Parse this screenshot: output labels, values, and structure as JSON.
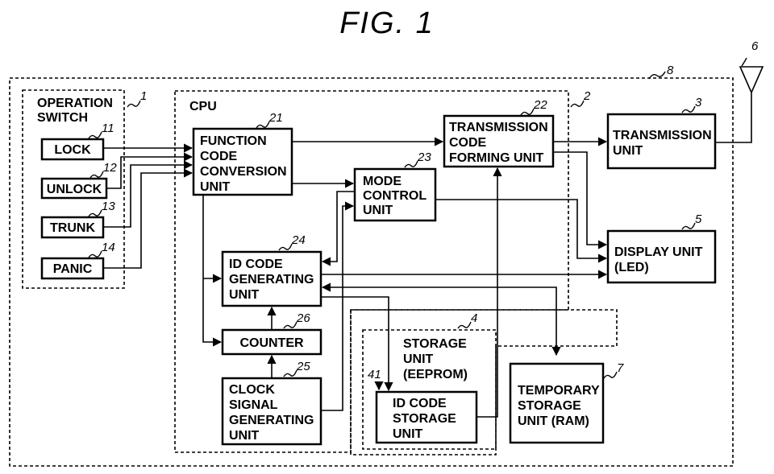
{
  "figure": {
    "title": "FIG.  1"
  },
  "refs": {
    "outer": "8",
    "antenna": "6",
    "op_switch": "1",
    "lock": "11",
    "unlock": "12",
    "trunk": "13",
    "panic": "14",
    "cpu": "2",
    "func": "21",
    "trans_form": "22",
    "mode": "23",
    "idgen": "24",
    "counter": "26",
    "clock": "25",
    "storage": "4",
    "idstore": "41",
    "transmission": "3",
    "display": "5",
    "temp": "7"
  },
  "blocks": {
    "op_switch": [
      "OPERATION",
      "SWITCH"
    ],
    "lock": [
      "LOCK"
    ],
    "unlock": [
      "UNLOCK"
    ],
    "trunk": [
      "TRUNK"
    ],
    "panic": [
      "PANIC"
    ],
    "cpu": [
      "CPU"
    ],
    "func": [
      "FUNCTION",
      "CODE",
      "CONVERSION",
      "UNIT"
    ],
    "trans_form": [
      "TRANSMISSION",
      "CODE",
      "FORMING UNIT"
    ],
    "mode": [
      "MODE",
      "CONTROL",
      "UNIT"
    ],
    "idgen": [
      "ID CODE",
      "GENERATING",
      "UNIT"
    ],
    "counter": [
      "COUNTER"
    ],
    "clock": [
      "CLOCK",
      "SIGNAL",
      "GENERATING",
      "UNIT"
    ],
    "storage": [
      "STORAGE",
      "UNIT",
      "(EEPROM)"
    ],
    "idstore": [
      "ID CODE",
      "STORAGE",
      "UNIT"
    ],
    "transmission": [
      "TRANSMISSION",
      "UNIT"
    ],
    "display": [
      "DISPLAY UNIT",
      "(LED)"
    ],
    "temp": [
      "TEMPORARY",
      "STORAGE",
      "UNIT (RAM)"
    ]
  }
}
